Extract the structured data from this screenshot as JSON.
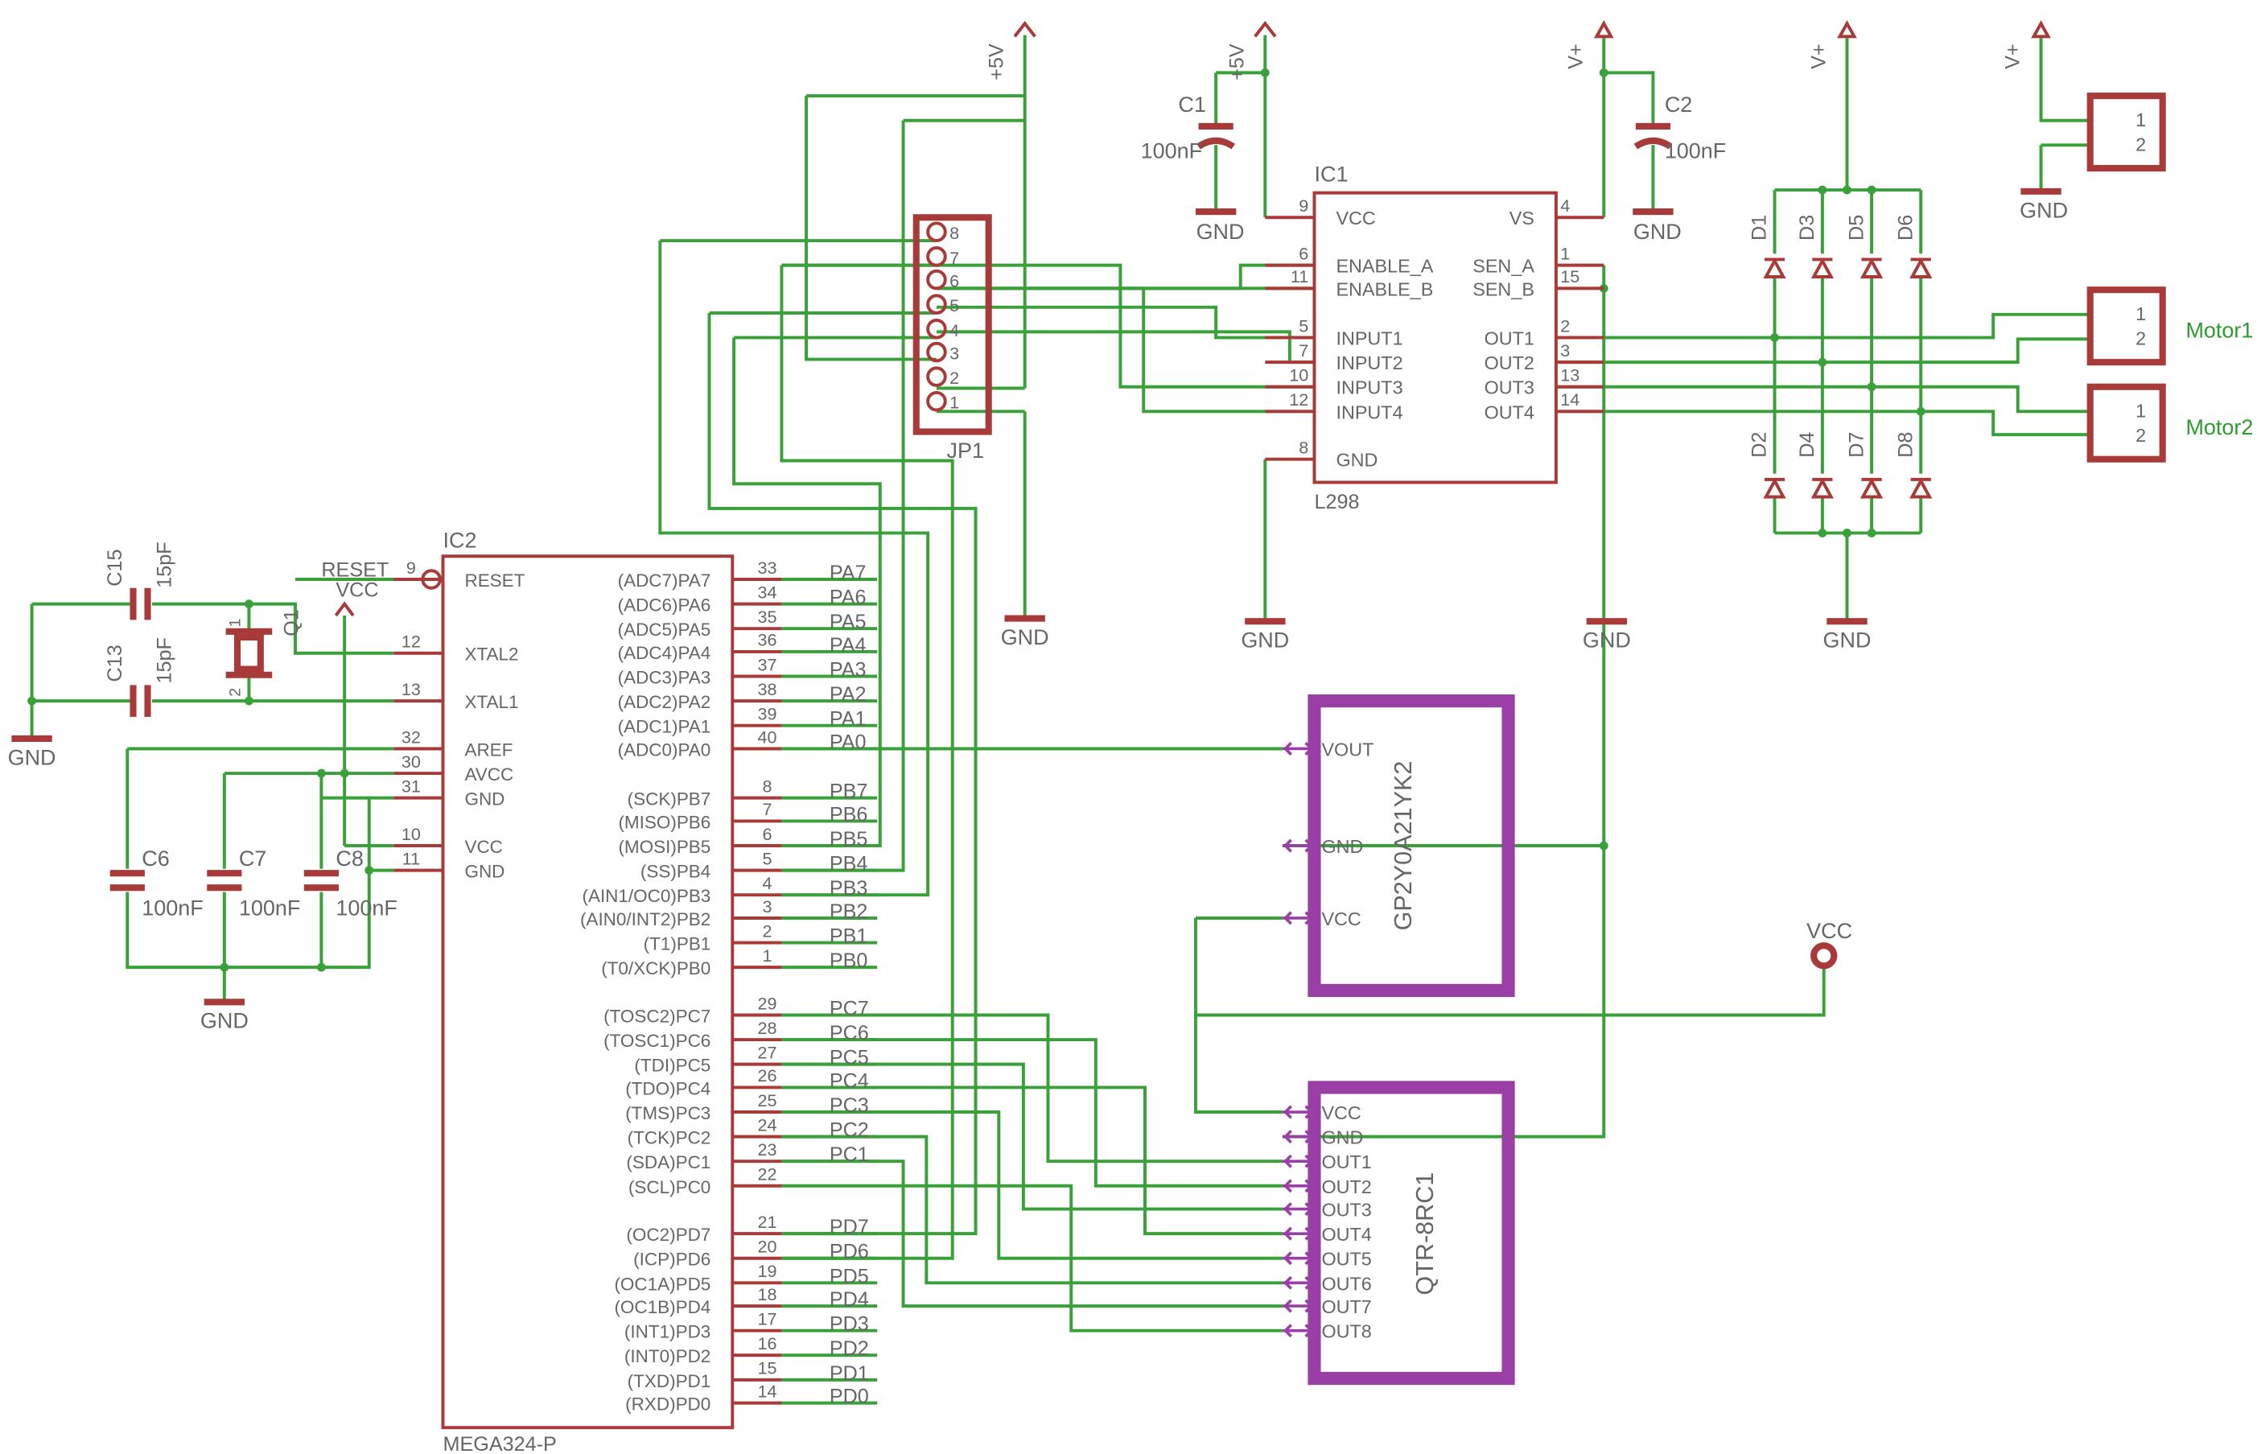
{
  "colors": {
    "wire": "#3aa13a",
    "part": "#a83a3a",
    "sensor": "#9a3fa6",
    "text": "#666666",
    "label": "#2f9a2f"
  },
  "power": {
    "p5v": "+5V",
    "vplus": "V+",
    "vcc": "VCC",
    "gnd": "GND",
    "reset": "RESET"
  },
  "caps": {
    "c1": {
      "name": "C1",
      "value": "100nF"
    },
    "c2": {
      "name": "C2",
      "value": "100nF"
    },
    "c15": {
      "name": "C15",
      "value": "15pF"
    },
    "c13": {
      "name": "C13",
      "value": "15pF"
    },
    "c6": {
      "name": "C6",
      "value": "100nF"
    },
    "c7": {
      "name": "C7",
      "value": "100nF"
    },
    "c8": {
      "name": "C8",
      "value": "100nF"
    }
  },
  "crystal": {
    "name": "Q1",
    "pin1": "1",
    "pin2": "2"
  },
  "jp1": {
    "name": "JP1",
    "pins": [
      "8",
      "7",
      "6",
      "5",
      "4",
      "3",
      "2",
      "1"
    ]
  },
  "ic1": {
    "name": "IC1",
    "part": "L298",
    "left": [
      {
        "pin": "9",
        "label": "VCC"
      },
      {
        "pin": "6",
        "label": "ENABLE_A"
      },
      {
        "pin": "11",
        "label": "ENABLE_B"
      },
      {
        "pin": "5",
        "label": "INPUT1"
      },
      {
        "pin": "7",
        "label": "INPUT2"
      },
      {
        "pin": "10",
        "label": "INPUT3"
      },
      {
        "pin": "12",
        "label": "INPUT4"
      },
      {
        "pin": "8",
        "label": "GND"
      }
    ],
    "right": [
      {
        "pin": "4",
        "label": "VS"
      },
      {
        "pin": "1",
        "label": "SEN_A"
      },
      {
        "pin": "15",
        "label": "SEN_B"
      },
      {
        "pin": "2",
        "label": "OUT1"
      },
      {
        "pin": "3",
        "label": "OUT2"
      },
      {
        "pin": "13",
        "label": "OUT3"
      },
      {
        "pin": "14",
        "label": "OUT4"
      }
    ]
  },
  "diodes": {
    "top": [
      "D1",
      "D3",
      "D5",
      "D6"
    ],
    "bottom": [
      "D2",
      "D4",
      "D7",
      "D8"
    ]
  },
  "connectors": {
    "pwr": {
      "pins": [
        "1",
        "2"
      ]
    },
    "motor1": {
      "label": "Motor1",
      "pins": [
        "1",
        "2"
      ]
    },
    "motor2": {
      "label": "Motor2",
      "pins": [
        "1",
        "2"
      ]
    }
  },
  "ic2": {
    "name": "IC2",
    "part": "MEGA324-P",
    "left": [
      {
        "pin": "9",
        "label": "RESET"
      },
      {
        "pin": "12",
        "label": "XTAL2"
      },
      {
        "pin": "13",
        "label": "XTAL1"
      },
      {
        "pin": "32",
        "label": "AREF"
      },
      {
        "pin": "30",
        "label": "AVCC"
      },
      {
        "pin": "31",
        "label": "GND"
      },
      {
        "pin": "10",
        "label": "VCC"
      },
      {
        "pin": "11",
        "label": "GND"
      }
    ],
    "right": [
      {
        "pin": "33",
        "label": "(ADC7)PA7",
        "net": "PA7"
      },
      {
        "pin": "34",
        "label": "(ADC6)PA6",
        "net": "PA6"
      },
      {
        "pin": "35",
        "label": "(ADC5)PA5",
        "net": "PA5"
      },
      {
        "pin": "36",
        "label": "(ADC4)PA4",
        "net": "PA4"
      },
      {
        "pin": "37",
        "label": "(ADC3)PA3",
        "net": "PA3"
      },
      {
        "pin": "38",
        "label": "(ADC2)PA2",
        "net": "PA2"
      },
      {
        "pin": "39",
        "label": "(ADC1)PA1",
        "net": "PA1"
      },
      {
        "pin": "40",
        "label": "(ADC0)PA0",
        "net": "PA0"
      },
      {
        "pin": "8",
        "label": "(SCK)PB7",
        "net": "PB7"
      },
      {
        "pin": "7",
        "label": "(MISO)PB6",
        "net": "PB6"
      },
      {
        "pin": "6",
        "label": "(MOSI)PB5",
        "net": "PB5"
      },
      {
        "pin": "5",
        "label": "(SS)PB4",
        "net": "PB4"
      },
      {
        "pin": "4",
        "label": "(AIN1/OC0)PB3",
        "net": "PB3"
      },
      {
        "pin": "3",
        "label": "(AIN0/INT2)PB2",
        "net": "PB2"
      },
      {
        "pin": "2",
        "label": "(T1)PB1",
        "net": "PB1"
      },
      {
        "pin": "1",
        "label": "(T0/XCK)PB0",
        "net": "PB0"
      },
      {
        "pin": "29",
        "label": "(TOSC2)PC7",
        "net": "PC7"
      },
      {
        "pin": "28",
        "label": "(TOSC1)PC6",
        "net": "PC6"
      },
      {
        "pin": "27",
        "label": "(TDI)PC5",
        "net": "PC5"
      },
      {
        "pin": "26",
        "label": "(TDO)PC4",
        "net": "PC4"
      },
      {
        "pin": "25",
        "label": "(TMS)PC3",
        "net": "PC3"
      },
      {
        "pin": "24",
        "label": "(TCK)PC2",
        "net": "PC2"
      },
      {
        "pin": "23",
        "label": "(SDA)PC1",
        "net": "PC1"
      },
      {
        "pin": "22",
        "label": "(SCL)PC0",
        "net": ""
      },
      {
        "pin": "21",
        "label": "(OC2)PD7",
        "net": "PD7"
      },
      {
        "pin": "20",
        "label": "(ICP)PD6",
        "net": "PD6"
      },
      {
        "pin": "19",
        "label": "(OC1A)PD5",
        "net": "PD5"
      },
      {
        "pin": "18",
        "label": "(OC1B)PD4",
        "net": "PD4"
      },
      {
        "pin": "17",
        "label": "(INT1)PD3",
        "net": "PD3"
      },
      {
        "pin": "16",
        "label": "(INT0)PD2",
        "net": "PD2"
      },
      {
        "pin": "15",
        "label": "(TXD)PD1",
        "net": "PD1"
      },
      {
        "pin": "14",
        "label": "(RXD)PD0",
        "net": "PD0"
      }
    ]
  },
  "gp2y": {
    "name": "GP2Y0A21YK2",
    "pins": [
      "VOUT",
      "GND",
      "VCC"
    ]
  },
  "qtr": {
    "name": "QTR-8RC1",
    "pins": [
      "VCC",
      "GND",
      "OUT1",
      "OUT2",
      "OUT3",
      "OUT4",
      "OUT5",
      "OUT6",
      "OUT7",
      "OUT8"
    ]
  }
}
